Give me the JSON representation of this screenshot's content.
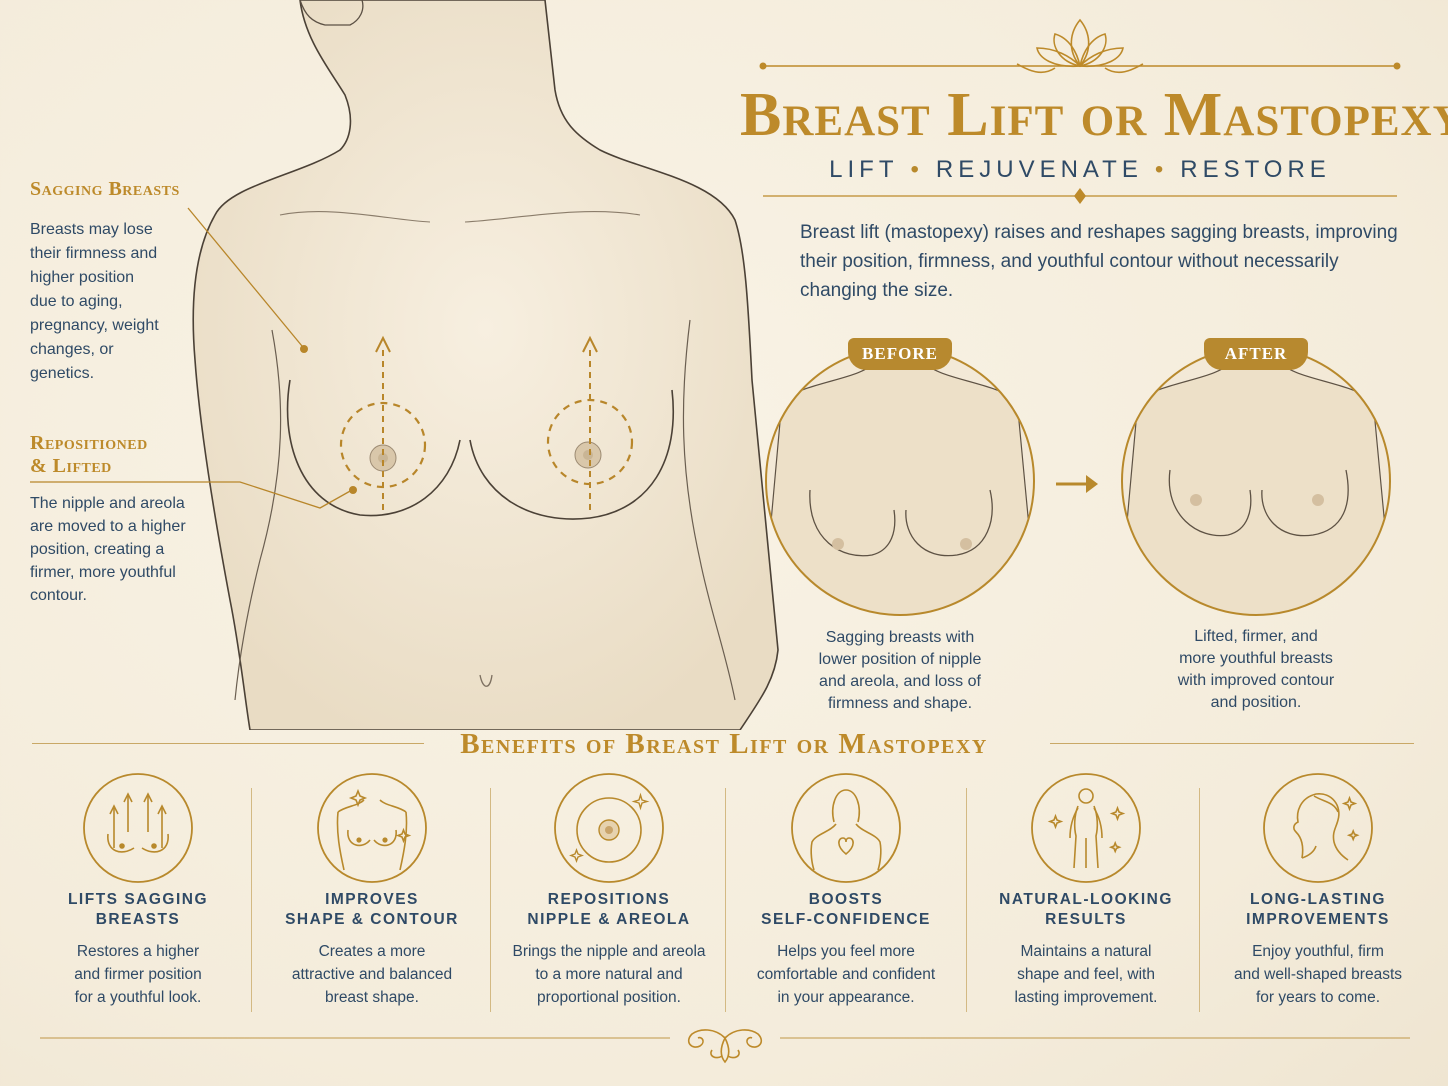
{
  "header": {
    "title": "Breast Lift or Mastopexy",
    "subtitle_words": [
      "LIFT",
      "REJUVENATE",
      "RESTORE"
    ],
    "intro": "Breast lift (mastopexy) raises and reshapes sagging breasts, improving their position, firmness, and youthful contour without necessarily changing the size."
  },
  "labels": {
    "sagging": {
      "title": "Sagging Breasts",
      "lines": [
        "Breasts may lose",
        "their firmness and",
        "higher position",
        "due to aging,",
        "pregnancy, weight",
        "changes, or",
        "genetics."
      ]
    },
    "repositioned": {
      "title_line1": "Repositioned",
      "title_line2": "& Lifted",
      "lines": [
        "The nipple and areola",
        "are moved to a higher",
        "position, creating a",
        "firmer, more youthful",
        "contour."
      ]
    }
  },
  "comparison": {
    "before": {
      "badge": "BEFORE",
      "caption_lines": [
        "Sagging breasts with",
        "lower position of nipple",
        "and areola, and loss of",
        "firmness and shape."
      ]
    },
    "after": {
      "badge": "AFTER",
      "caption_lines": [
        "Lifted, firmer, and",
        "more youthful breasts",
        "with improved contour",
        "and position."
      ]
    }
  },
  "benefits": {
    "title": "Benefits of Breast Lift or Mastopexy",
    "items": [
      {
        "icon": "arrows-up-icon",
        "title_lines": [
          "LIFTS SAGGING",
          "BREASTS"
        ],
        "desc_lines": [
          "Restores a higher",
          "and firmer position",
          "for a youthful look."
        ]
      },
      {
        "icon": "torso-icon",
        "title_lines": [
          "IMPROVES",
          "SHAPE & CONTOUR"
        ],
        "desc_lines": [
          "Creates a more",
          "attractive and balanced",
          "breast shape."
        ]
      },
      {
        "icon": "nipple-icon",
        "title_lines": [
          "REPOSITIONS",
          "NIPPLE & AREOLA"
        ],
        "desc_lines": [
          "Brings the nipple and areola",
          "to a more natural and",
          "proportional position."
        ]
      },
      {
        "icon": "heart-silhouette-icon",
        "title_lines": [
          "BOOSTS",
          "SELF-CONFIDENCE"
        ],
        "desc_lines": [
          "Helps you feel more",
          "comfortable and confident",
          "in your appearance."
        ]
      },
      {
        "icon": "figure-sparkle-icon",
        "title_lines": [
          "NATURAL-LOOKING",
          "RESULTS"
        ],
        "desc_lines": [
          "Maintains a natural",
          "shape and feel, with",
          "lasting improvement."
        ]
      },
      {
        "icon": "profile-head-icon",
        "title_lines": [
          "LONG-LASTING",
          "IMPROVEMENTS"
        ],
        "desc_lines": [
          "Enjoy youthful, firm",
          "and well-shaped breasts",
          "for years to come."
        ]
      }
    ]
  },
  "colors": {
    "gold": "#bd8a2a",
    "navy": "#2f4a66",
    "background": "#f5eddc"
  }
}
